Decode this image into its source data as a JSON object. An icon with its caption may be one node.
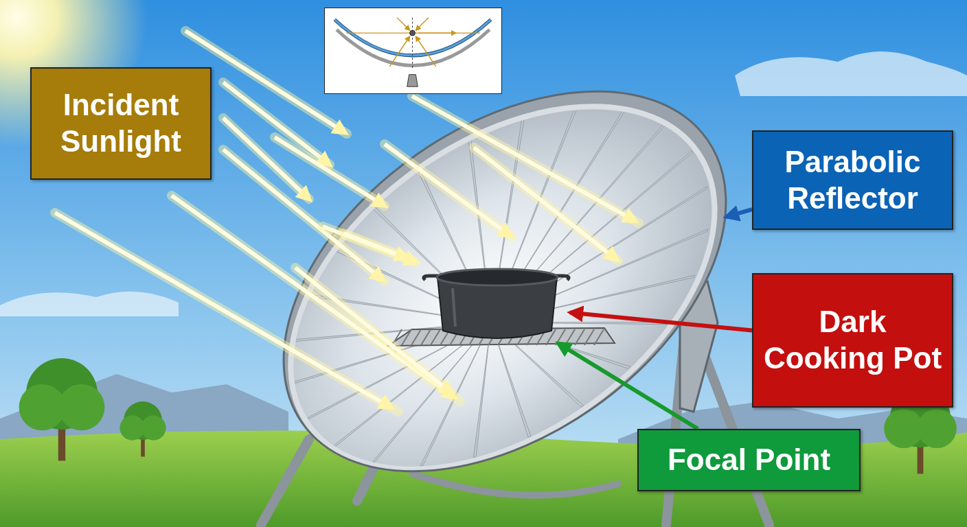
{
  "diagram": {
    "nodes": [
      {
        "text": [
          "Incident Sunlight"
        ]
      },
      {
        "text": [
          "Parabolic Reflector"
        ]
      },
      {
        "text": [
          "Dark Cooking Pot"
        ]
      },
      {
        "text": [
          "Focal Point"
        ]
      },
      {
        "text": [],
        "shape": "picture"
      },
      {
        "text": [],
        "shape": "picture",
        "in": 4
      }
    ],
    "edges": [
      {
        "from": 1,
        "to": 4,
        "arrow": "to",
        "color": "#1a5fb4"
      },
      {
        "from": 2,
        "to": 5,
        "arrow": "to",
        "color": "#c41010"
      },
      {
        "from": 3,
        "to": 5,
        "arrow": "to",
        "color": "#179a2c"
      }
    ]
  }
}
